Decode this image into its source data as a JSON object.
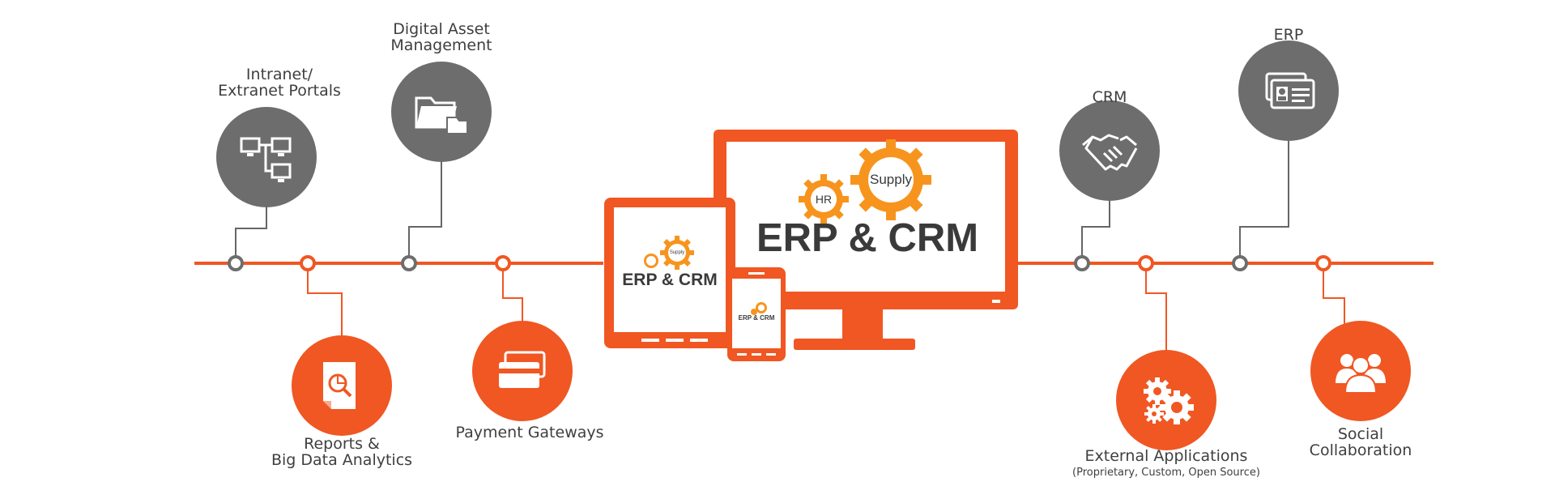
{
  "colors": {
    "accent": "#f05722",
    "icon_gray": "#6d6d6d",
    "text": "#3f3f3f"
  },
  "center": {
    "monitor_title": "ERP & CRM",
    "gear_hr": "HR",
    "gear_supply": "Supply",
    "tablet_title": "ERP & CRM",
    "tablet_gear": "Supply",
    "phone_title": "ERP & CRM"
  },
  "nodes": {
    "intranet": {
      "line1": "Intranet/",
      "line2": "Extranet Portals",
      "icon": "network-computers-icon"
    },
    "dam": {
      "line1": "Digital Asset",
      "line2": "Management",
      "icon": "folders-icon"
    },
    "reports": {
      "line1": "Reports &",
      "line2": "Big Data Analytics",
      "icon": "report-magnifier-icon"
    },
    "payment": {
      "line1": "Payment Gateways",
      "icon": "credit-cards-icon"
    },
    "crm": {
      "line1": "CRM",
      "icon": "handshake-icon"
    },
    "erp": {
      "line1": "ERP",
      "icon": "id-card-icon"
    },
    "external": {
      "line1": "External Applications",
      "line2": "(Proprietary, Custom, Open Source)",
      "icon": "gears-icon"
    },
    "social": {
      "line1": "Social",
      "line2": "Collaboration",
      "icon": "people-group-icon"
    }
  }
}
